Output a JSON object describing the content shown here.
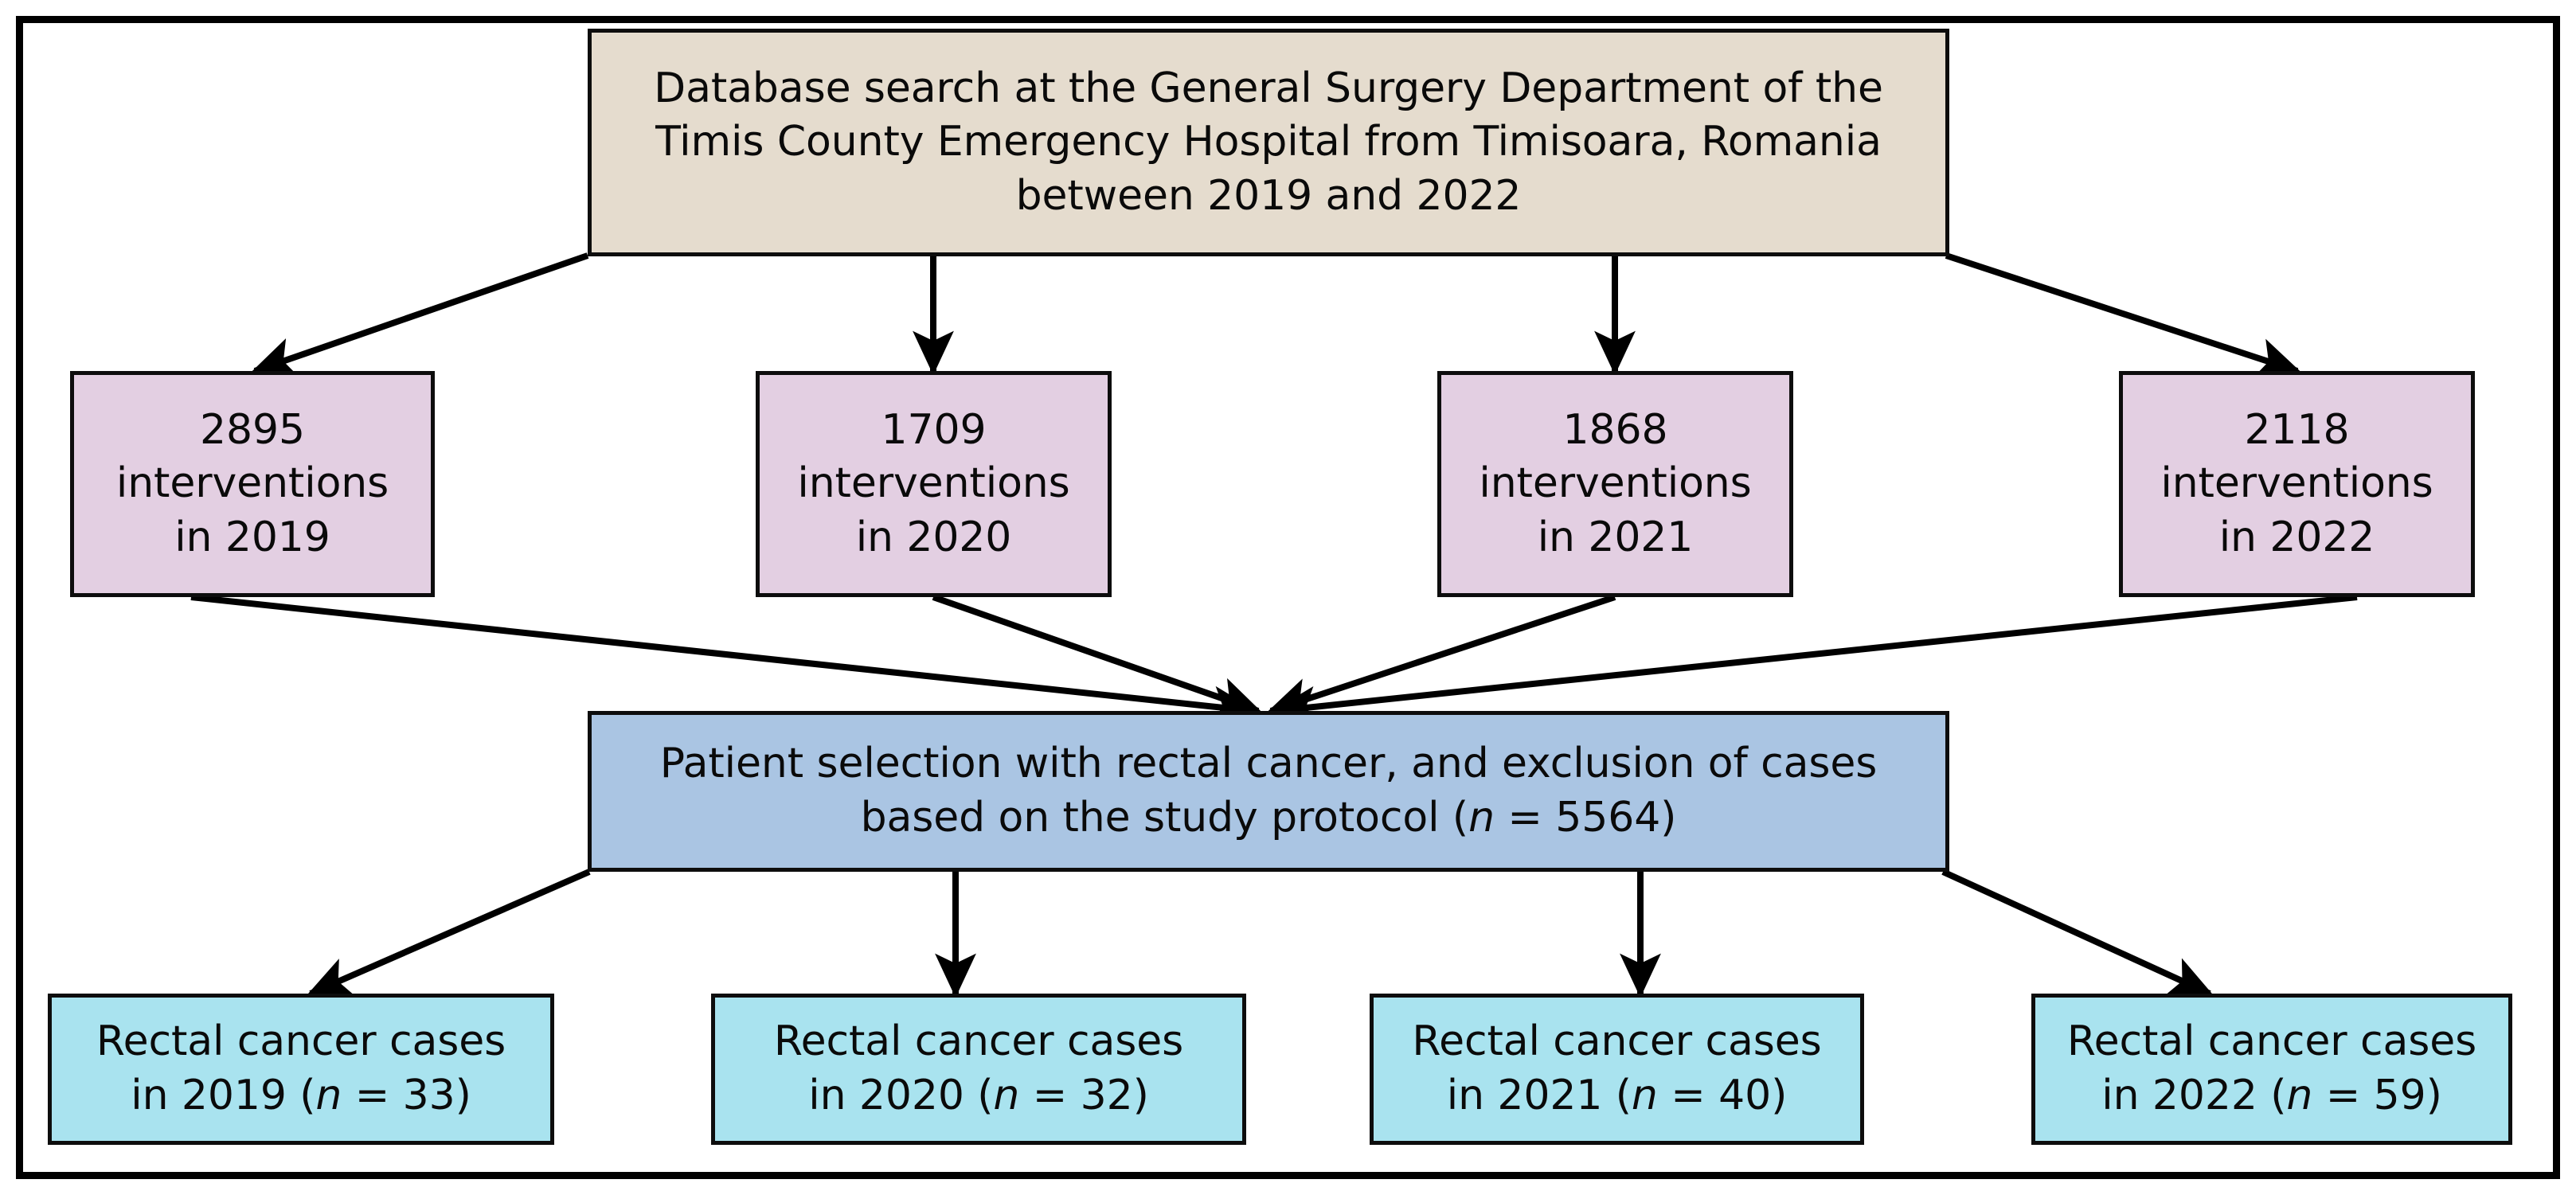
{
  "diagram": {
    "title": "Patient selection flowchart",
    "colors": {
      "source_fill": "#e5dcce",
      "year_fill": "#e3cfe2",
      "selection_fill": "#aac5e3",
      "outcome_fill": "#a9e3ef",
      "border": "#0d0d0d",
      "frame": "#000000",
      "arrow": "#000000",
      "text": "#0a0a0a"
    },
    "source": {
      "label": "Database search at the General Surgery Department of the\nTimis County Emergency Hospital from Timisoara, Romania\nbetween 2019 and 2022"
    },
    "years": [
      {
        "id": "year-2019",
        "count": "2895",
        "label": "2895\ninterventions\nin 2019",
        "year": "2019"
      },
      {
        "id": "year-2020",
        "count": "1709",
        "label": "1709\ninterventions\nin 2020",
        "year": "2020"
      },
      {
        "id": "year-2021",
        "count": "1868",
        "label": "1868\ninterventions\nin 2021",
        "year": "2021"
      },
      {
        "id": "year-2022",
        "count": "2118",
        "label": "2118\ninterventions\nin 2022",
        "year": "2022"
      }
    ],
    "selection": {
      "line1": "Patient selection with rectal cancer, and exclusion of cases",
      "line2_prefix": "based on the study protocol (",
      "line2_italic": "n",
      "line2_suffix": " = 5564)",
      "n_value": "5564"
    },
    "outcomes": [
      {
        "id": "cases-2019",
        "line1": "Rectal cancer cases",
        "line2_prefix": "in 2019 (",
        "line2_italic": "n",
        "line2_suffix": " = 33)",
        "n_value": "33",
        "year": "2019"
      },
      {
        "id": "cases-2020",
        "line1": "Rectal cancer cases",
        "line2_prefix": "in 2020 (",
        "line2_italic": "n",
        "line2_suffix": " = 32)",
        "n_value": "32",
        "year": "2020"
      },
      {
        "id": "cases-2021",
        "line1": "Rectal cancer cases",
        "line2_prefix": "in 2021 (",
        "line2_italic": "n",
        "line2_suffix": " = 40)",
        "n_value": "40",
        "year": "2021"
      },
      {
        "id": "cases-2022",
        "line1": "Rectal cancer cases",
        "line2_prefix": "in 2022 (",
        "line2_italic": "n",
        "line2_suffix": " = 59)",
        "n_value": "59",
        "year": "2022"
      }
    ]
  }
}
